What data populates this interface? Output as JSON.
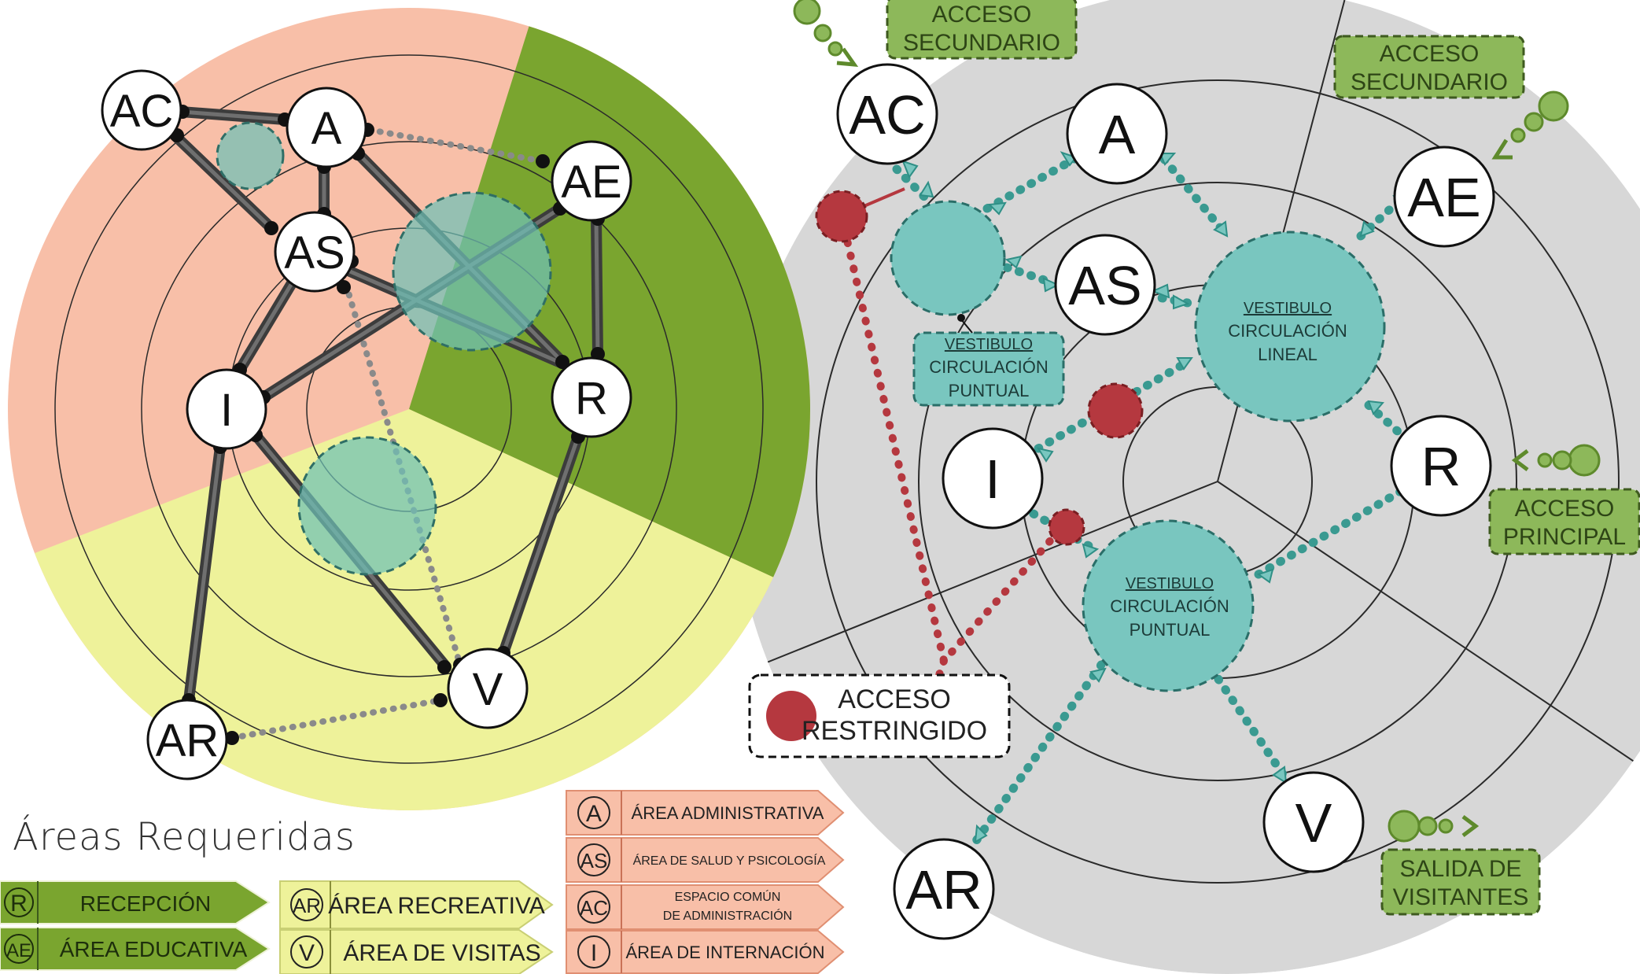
{
  "title": "Áreas Requeridas",
  "colors": {
    "zone_admin": "#f8bfa8",
    "zone_green": "#7aa52f",
    "zone_yellow": "#eef29a",
    "teal": "#79c6bf",
    "teal_dark": "#2f8f86",
    "restricted": "#b5383f",
    "gray_disk": "#d7d7d7",
    "legend_green": "#8db85a"
  },
  "left_nodes": {
    "AC": "AC",
    "A": "A",
    "AE": "AE",
    "AS": "AS",
    "I": "I",
    "R": "R",
    "V": "V",
    "AR": "AR"
  },
  "right_nodes": {
    "AC": "AC",
    "A": "A",
    "AE": "AE",
    "AS": "AS",
    "I": "I",
    "R": "R",
    "V": "V",
    "AR": "AR"
  },
  "access": {
    "secundario_top": [
      "ACCESO",
      "SECUNDARIO"
    ],
    "secundario_right": [
      "ACCESO",
      "SECUNDARIO"
    ],
    "principal": [
      "ACCESO",
      "PRINCIPAL"
    ],
    "salida": [
      "SALIDA DE",
      "VISITANTES"
    ],
    "restringido": [
      "ACCESO",
      "RESTRINGIDO"
    ]
  },
  "vestibules": {
    "puntual_label": [
      "VESTIBULO",
      "CIRCULACIÓN",
      "PUNTUAL"
    ],
    "lineal": [
      "VESTIBULO",
      "CIRCULACIÓN",
      "LINEAL"
    ],
    "puntual_bottom": [
      "VESTIBULO",
      "CIRCULACIÓN",
      "PUNTUAL"
    ]
  },
  "legend": {
    "green": [
      {
        "code": "R",
        "label": "RECEPCIÓN"
      },
      {
        "code": "AE",
        "label": "ÁREA EDUCATIVA"
      }
    ],
    "yellow": [
      {
        "code": "AR",
        "label": "ÁREA RECREATIVA"
      },
      {
        "code": "V",
        "label": "ÁREA DE VISITAS"
      }
    ],
    "salmon": [
      {
        "code": "A",
        "label": [
          "ÁREA ADMINISTRATIVA"
        ]
      },
      {
        "code": "AS",
        "label": [
          "ÁREA DE SALUD Y PSICOLOGÍA"
        ]
      },
      {
        "code": "AC",
        "label": [
          "ESPACIO COMÚN",
          "DE ADMINISTRACIÓN"
        ]
      },
      {
        "code": "I",
        "label": [
          "ÁREA DE INTERNACIÓN"
        ]
      }
    ]
  }
}
